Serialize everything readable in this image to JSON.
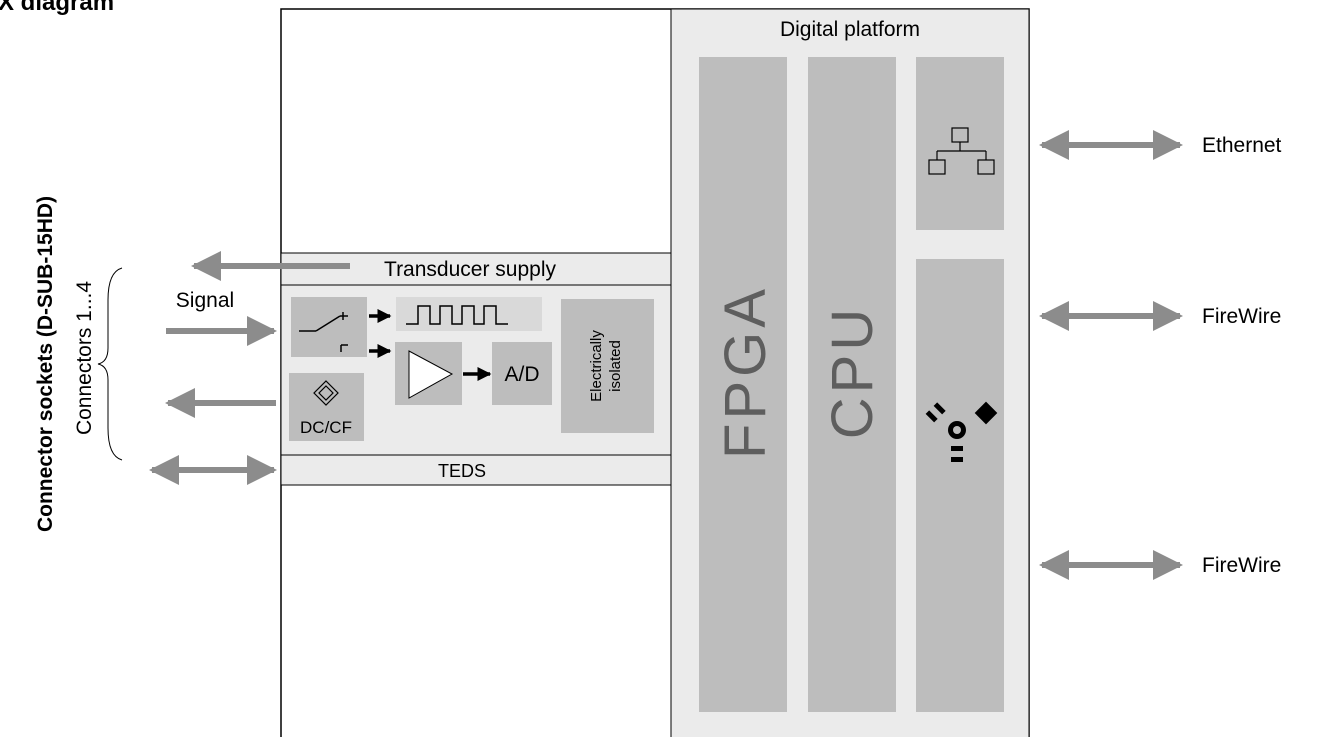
{
  "title": "X diagram",
  "left_vertical": {
    "sockets_label": "Connector sockets (D-SUB-15HD)",
    "connectors_label": "Connectors 1...4"
  },
  "signals": {
    "signal_label": "Signal",
    "transducer_supply": "Transducer supply",
    "teds": "TEDS",
    "dc_cf": "DC/CF",
    "ad": "A/D",
    "isolated_line1": "Electrically",
    "isolated_line2": "isolated"
  },
  "digital": {
    "title": "Digital platform",
    "fpga": "FPGA",
    "cpu": "CPU"
  },
  "ports": [
    {
      "label": "Ethernet",
      "icon": "network-icon"
    },
    {
      "label": "FireWire",
      "icon": "firewire-icon"
    },
    {
      "label": "FireWire",
      "icon": "none"
    }
  ],
  "colors": {
    "panel": "#ebebeb",
    "block": "#bdbdbd",
    "arrow": "#8c8c8c",
    "outline": "#000000"
  }
}
